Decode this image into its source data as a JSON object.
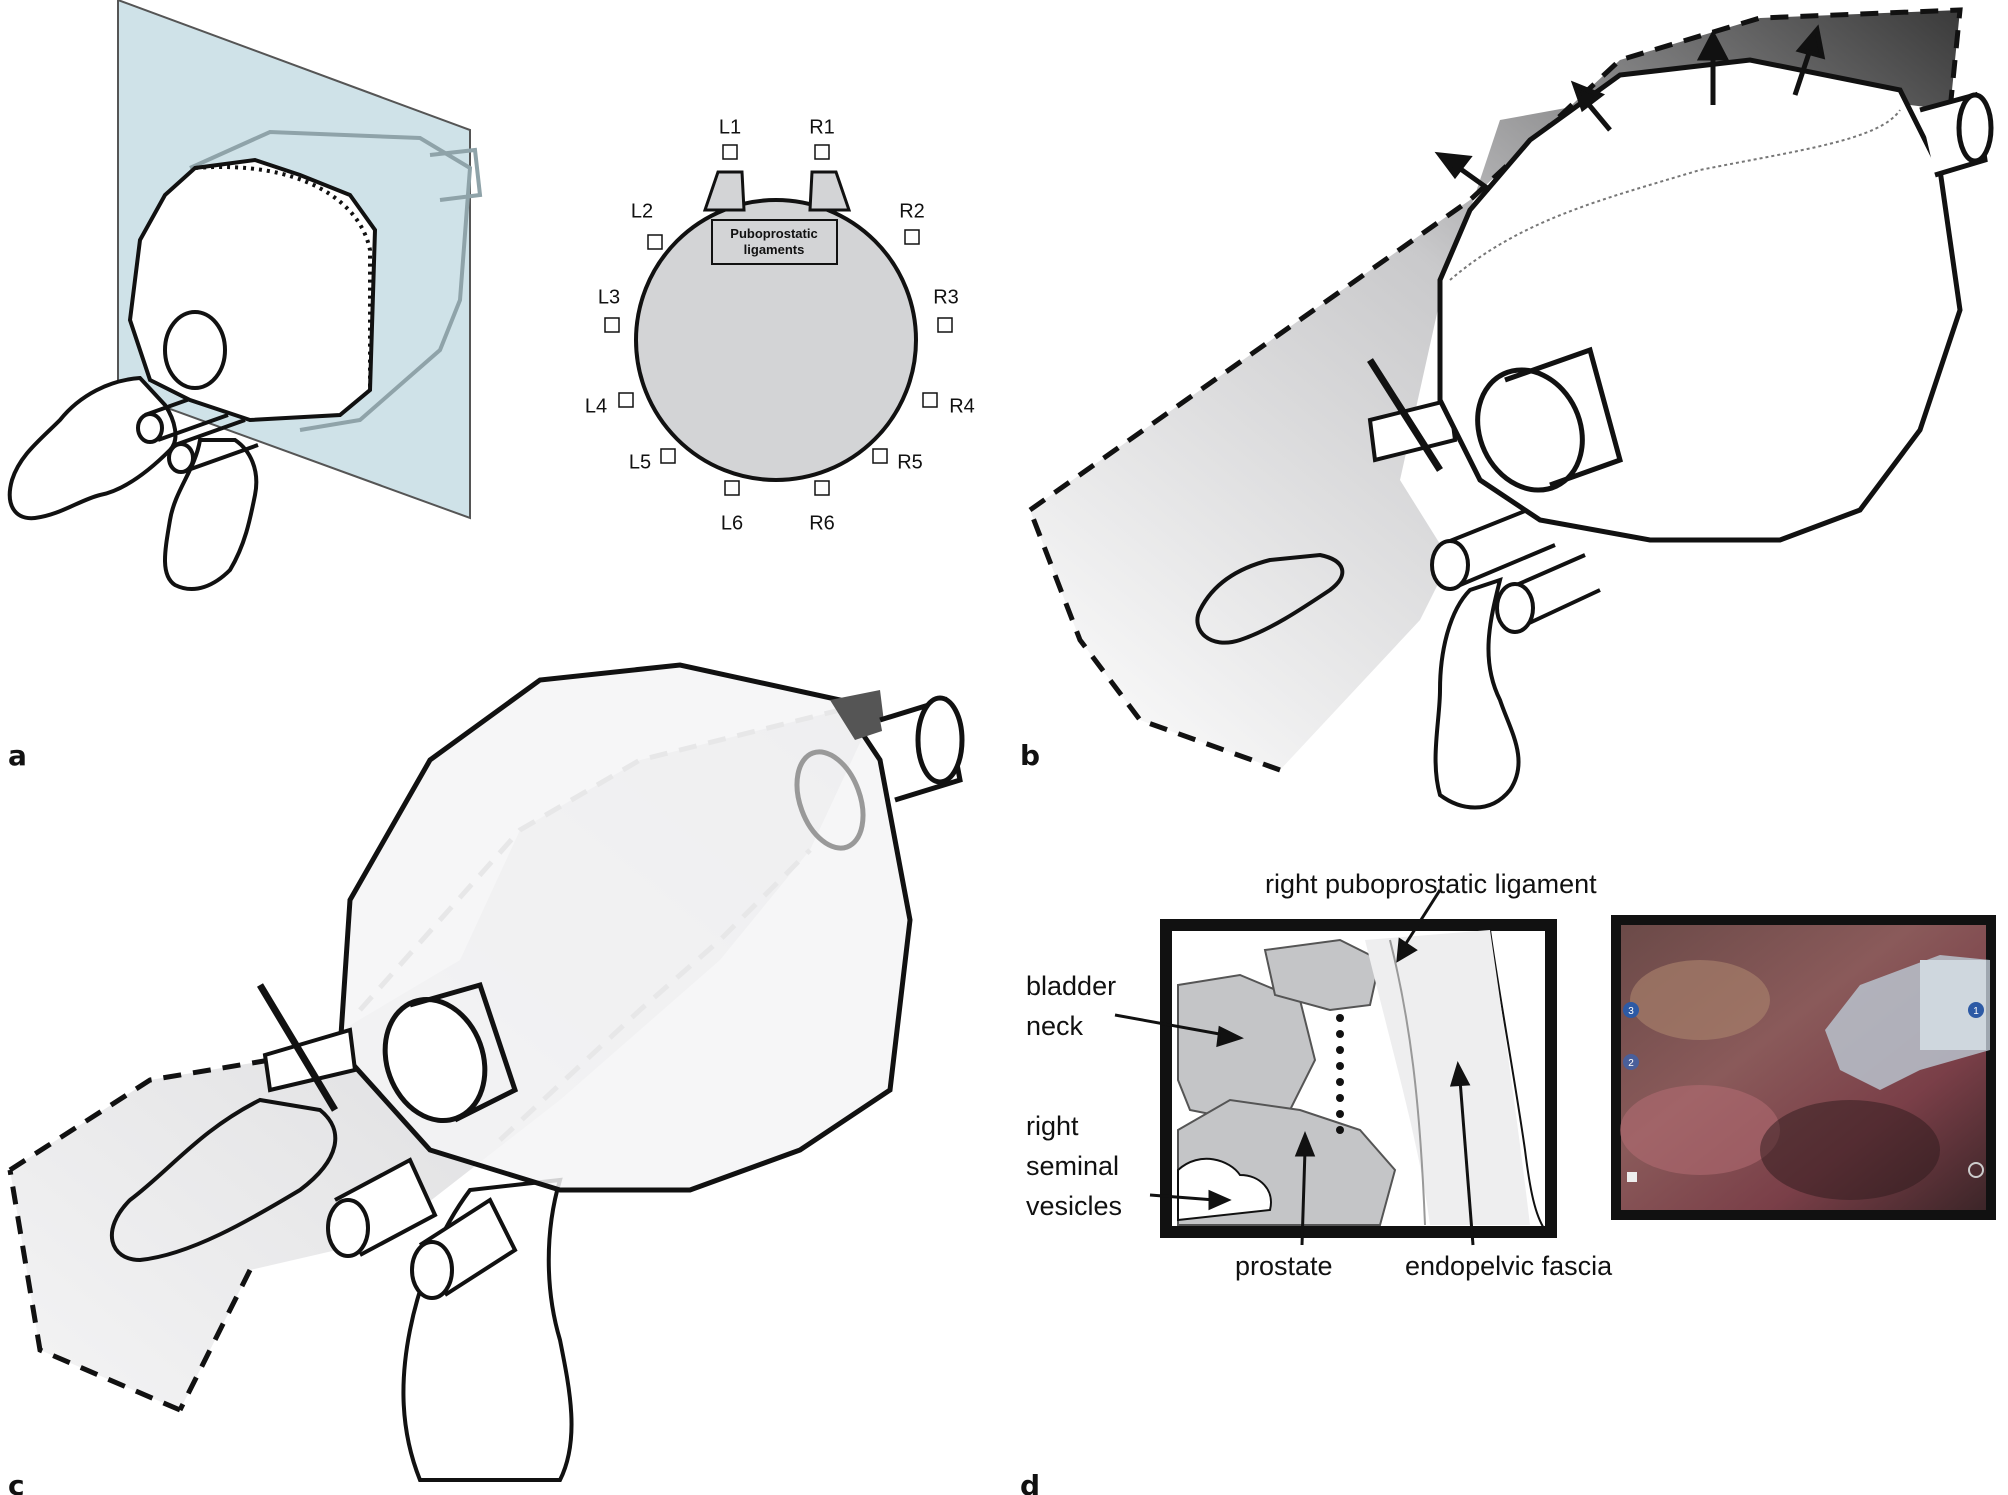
{
  "panels": {
    "a": "a",
    "b": "b",
    "c": "c",
    "d": "d"
  },
  "clock_diagram": {
    "center_label_line1": "Puboprostatic",
    "center_label_line2": "ligaments",
    "positions": [
      "L1",
      "L2",
      "L3",
      "L4",
      "L5",
      "L6",
      "R1",
      "R2",
      "R3",
      "R4",
      "R5",
      "R6"
    ]
  },
  "panel_d": {
    "labels": {
      "right_puboprostatic_ligament": "right puboprostatic ligament",
      "bladder": "bladder",
      "neck": "neck",
      "right": "right",
      "seminal": "seminal",
      "vesicles": "vesicles",
      "prostate": "prostate",
      "endopelvic_fascia": "endopelvic fascia"
    },
    "endoscope_icons": [
      "3",
      "2",
      "1"
    ]
  },
  "colors": {
    "outline": "#111111",
    "plane_fill": "#cfe2e8",
    "gray_fill": "#c8c9cb",
    "dark_cap": "#555555",
    "endoscope_bg": "#5a3b3a"
  }
}
